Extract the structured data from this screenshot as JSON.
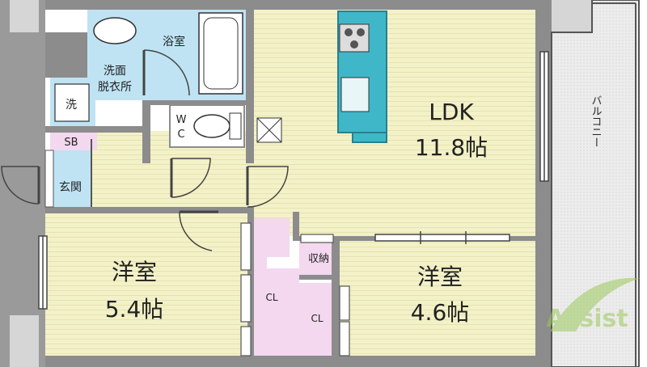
{
  "rooms": {
    "ldk": {
      "name": "LDK",
      "size": "11.8帖"
    },
    "western_1": {
      "name": "洋室",
      "size": "5.4帖"
    },
    "western_2": {
      "name": "洋室",
      "size": "4.6帖"
    },
    "bath": {
      "name": "浴室"
    },
    "washroom": {
      "line1": "洗面",
      "line2": "脱衣所"
    },
    "washer": {
      "name": "洗"
    },
    "toilet": {
      "line1": "W",
      "line2": "C"
    },
    "shoe_box": {
      "name": "SB"
    },
    "entrance": {
      "name": "玄関"
    },
    "closet_1": {
      "name": "CL"
    },
    "closet_2": {
      "name": "CL"
    },
    "storage": {
      "name": "収納"
    },
    "balcony": {
      "name": "バルコニー"
    }
  },
  "watermark": {
    "text": "Assist"
  },
  "colors": {
    "floor_wood": "#f3f1c8",
    "wet_area": "#bfe3f3",
    "closet": "#f3d8ef",
    "wall": "#8c8c8c",
    "kitchen": "#3fb7c9",
    "balcony": "#ececec",
    "watermark": "#9cc85a"
  }
}
